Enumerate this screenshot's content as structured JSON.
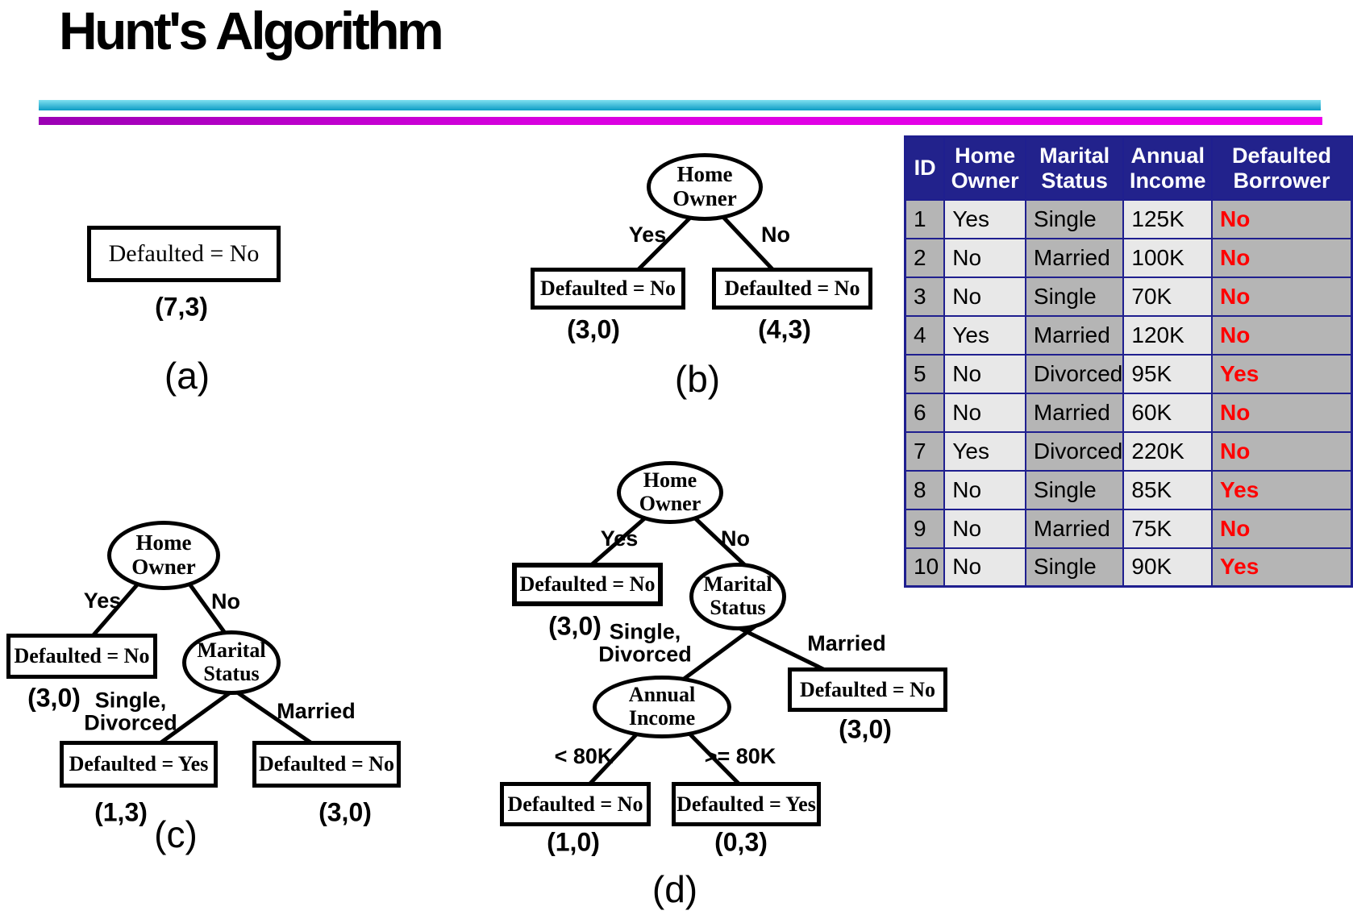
{
  "title": "Hunt's Algorithm",
  "colors": {
    "divider_top": "#17b2d9",
    "divider_bottom": "#d900e0",
    "table_header_bg": "#22228C",
    "table_col_dark": "#b5b5b5",
    "table_col_light": "#e8e8e8",
    "table_border": "#1f1f8f",
    "defaulted_value": "#ff0000"
  },
  "trees": {
    "a": {
      "label": "(a)",
      "leaf": "Defaulted = No",
      "count": "(7,3)"
    },
    "b": {
      "label": "(b)",
      "root": [
        "Home",
        "Owner"
      ],
      "branch_yes": "Yes",
      "branch_no": "No",
      "leaf_yes": "Defaulted = No",
      "count_yes": "(3,0)",
      "leaf_no": "Defaulted = No",
      "count_no": "(4,3)"
    },
    "c": {
      "label": "(c)",
      "root": [
        "Home",
        "Owner"
      ],
      "branch_yes": "Yes",
      "branch_no": "No",
      "leaf_yes": "Defaulted = No",
      "count_yes": "(3,0)",
      "marital": [
        "Marital",
        "Status"
      ],
      "branch_single": [
        "Single,",
        "Divorced"
      ],
      "branch_married": "Married",
      "leaf_single": "Defaulted = Yes",
      "count_single": "(1,3)",
      "leaf_married": "Defaulted = No",
      "count_married": "(3,0)"
    },
    "d": {
      "label": "(d)",
      "root": [
        "Home",
        "Owner"
      ],
      "branch_yes": "Yes",
      "branch_no": "No",
      "leaf_yes": "Defaulted = No",
      "count_yes": "(3,0)",
      "marital": [
        "Marital",
        "Status"
      ],
      "branch_single": [
        "Single,",
        "Divorced"
      ],
      "branch_married": "Married",
      "leaf_married": "Defaulted = No",
      "count_married": "(3,0)",
      "annual": [
        "Annual",
        "Income"
      ],
      "branch_lt": "< 80K",
      "branch_ge": ">= 80K",
      "leaf_lt": "Defaulted = No",
      "count_lt": "(1,0)",
      "leaf_ge": "Defaulted = Yes",
      "count_ge": "(0,3)"
    }
  },
  "table": {
    "headers": [
      "ID",
      "Home Owner",
      "Marital Status",
      "Annual Income",
      "Defaulted Borrower"
    ],
    "rows": [
      {
        "id": "1",
        "home_owner": "Yes",
        "marital_status": "Single",
        "annual_income": "125K",
        "defaulted": "No"
      },
      {
        "id": "2",
        "home_owner": "No",
        "marital_status": "Married",
        "annual_income": "100K",
        "defaulted": "No"
      },
      {
        "id": "3",
        "home_owner": "No",
        "marital_status": "Single",
        "annual_income": "70K",
        "defaulted": "No"
      },
      {
        "id": "4",
        "home_owner": "Yes",
        "marital_status": "Married",
        "annual_income": "120K",
        "defaulted": "No"
      },
      {
        "id": "5",
        "home_owner": "No",
        "marital_status": "Divorced",
        "annual_income": "95K",
        "defaulted": "Yes"
      },
      {
        "id": "6",
        "home_owner": "No",
        "marital_status": "Married",
        "annual_income": "60K",
        "defaulted": "No"
      },
      {
        "id": "7",
        "home_owner": "Yes",
        "marital_status": "Divorced",
        "annual_income": "220K",
        "defaulted": "No"
      },
      {
        "id": "8",
        "home_owner": "No",
        "marital_status": "Single",
        "annual_income": "85K",
        "defaulted": "Yes"
      },
      {
        "id": "9",
        "home_owner": "No",
        "marital_status": "Married",
        "annual_income": "75K",
        "defaulted": "No"
      },
      {
        "id": "10",
        "home_owner": "No",
        "marital_status": "Single",
        "annual_income": "90K",
        "defaulted": "Yes"
      }
    ]
  }
}
